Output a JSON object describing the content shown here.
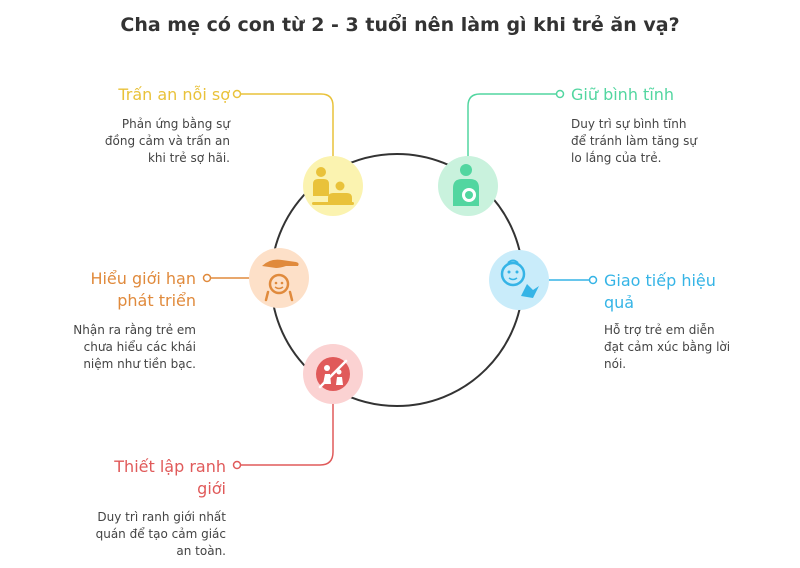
{
  "title": "Cha mẹ có con từ 2 - 3 tuổi nên làm gì khi trẻ ăn vạ?",
  "colors": {
    "yellow": "#e9c23a",
    "yellow_bg": "#fbf3b0",
    "green": "#52d6a0",
    "green_bg": "#c9f2dd",
    "orange": "#e08a3c",
    "orange_bg": "#fde0c8",
    "blue": "#35b4e6",
    "blue_bg": "#c9ecfa",
    "red": "#e05a5a",
    "red_bg": "#fbd2d2"
  },
  "nodes": [
    {
      "id": "reassure",
      "icon": "parent-child-icon",
      "heading_lines": [
        "Trấn an nỗi sợ"
      ],
      "desc_lines": [
        "Phản ứng bằng sự",
        "đồng cảm và trấn an",
        "khi trẻ sợ hãi."
      ]
    },
    {
      "id": "calm",
      "icon": "mother-holding-baby-icon",
      "heading_lines": [
        "Giữ bình tĩnh"
      ],
      "desc_lines": [
        "Duy trì sự bình tĩnh",
        "để tránh làm tăng sự",
        "lo lắng của trẻ."
      ]
    },
    {
      "id": "limits",
      "icon": "hand-over-child-icon",
      "heading_lines": [
        "Hiểu giới hạn",
        "phát triển"
      ],
      "desc_lines": [
        "Nhận ra rằng trẻ em",
        "chưa hiểu các khái",
        "niệm như tiền bạc."
      ]
    },
    {
      "id": "communicate",
      "icon": "baby-face-icon",
      "heading_lines": [
        "Giao tiếp hiệu",
        "quả"
      ],
      "desc_lines": [
        "Hỗ trợ trẻ em diễn",
        "đạt cảm xúc bằng lời",
        "nói."
      ]
    },
    {
      "id": "boundaries",
      "icon": "no-children-icon",
      "heading_lines": [
        "Thiết lập ranh",
        "giới"
      ],
      "desc_lines": [
        "Duy trì ranh giới nhất",
        "quán để tạo cảm giác",
        "an toàn."
      ]
    }
  ]
}
